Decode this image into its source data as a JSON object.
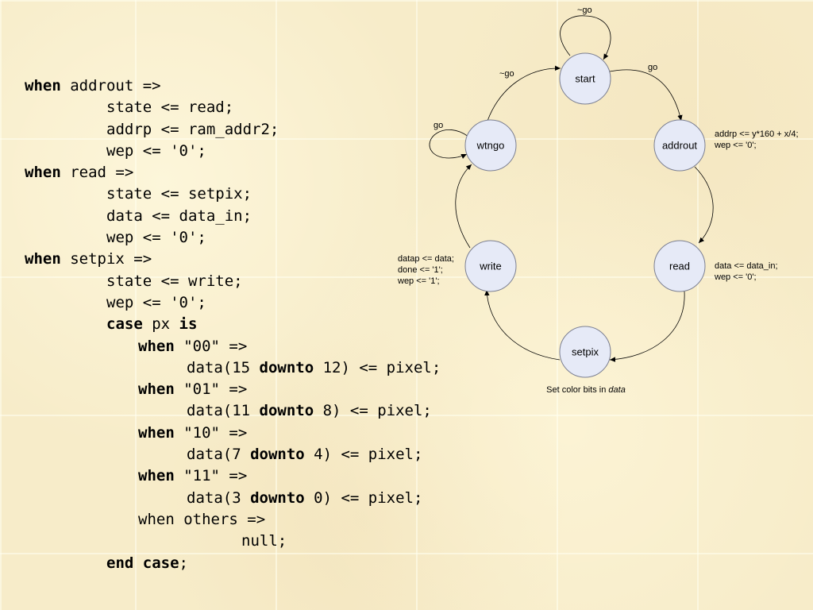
{
  "code": {
    "lines": [
      {
        "indent": 0,
        "parts": [
          {
            "t": "when",
            "kw": true
          },
          {
            "t": " addrout =>"
          }
        ]
      },
      {
        "indent": 1,
        "parts": [
          {
            "t": "state <= read;"
          }
        ]
      },
      {
        "indent": 1,
        "parts": [
          {
            "t": "addrp <= ram_addr2;"
          }
        ]
      },
      {
        "indent": 1,
        "parts": [
          {
            "t": "wep <= '0';"
          }
        ]
      },
      {
        "indent": 0,
        "parts": [
          {
            "t": "when",
            "kw": true
          },
          {
            "t": " read =>"
          }
        ]
      },
      {
        "indent": 1,
        "parts": [
          {
            "t": "state <= setpix;"
          }
        ]
      },
      {
        "indent": 1,
        "parts": [
          {
            "t": "data <= data_in;"
          }
        ]
      },
      {
        "indent": 1,
        "parts": [
          {
            "t": "wep <= '0';"
          }
        ]
      },
      {
        "indent": 0,
        "parts": [
          {
            "t": "when",
            "kw": true
          },
          {
            "t": " setpix =>"
          }
        ]
      },
      {
        "indent": 1,
        "parts": [
          {
            "t": "state <= write;"
          }
        ]
      },
      {
        "indent": 1,
        "parts": [
          {
            "t": "wep <= '0';"
          }
        ]
      },
      {
        "indent": 1,
        "parts": [
          {
            "t": "case",
            "kw": true
          },
          {
            "t": " px "
          },
          {
            "t": "is",
            "kw": true
          }
        ]
      },
      {
        "indent": 2,
        "parts": [
          {
            "t": "when",
            "kw": true
          },
          {
            "t": " \"00\" =>"
          }
        ]
      },
      {
        "indent": 3,
        "parts": [
          {
            "t": "data(15 "
          },
          {
            "t": "downto",
            "kw": true
          },
          {
            "t": " 12) <= pixel;"
          }
        ]
      },
      {
        "indent": 2,
        "parts": [
          {
            "t": "when",
            "kw": true
          },
          {
            "t": " \"01\" =>"
          }
        ]
      },
      {
        "indent": 3,
        "parts": [
          {
            "t": "data(11 "
          },
          {
            "t": "downto",
            "kw": true
          },
          {
            "t": " 8) <= pixel;"
          }
        ]
      },
      {
        "indent": 2,
        "parts": [
          {
            "t": "when",
            "kw": true
          },
          {
            "t": " \"10\" =>"
          }
        ]
      },
      {
        "indent": 3,
        "parts": [
          {
            "t": "data(7 "
          },
          {
            "t": "downto",
            "kw": true
          },
          {
            "t": " 4) <= pixel;"
          }
        ]
      },
      {
        "indent": 2,
        "parts": [
          {
            "t": "when",
            "kw": true
          },
          {
            "t": " \"11\" =>"
          }
        ]
      },
      {
        "indent": 3,
        "parts": [
          {
            "t": "data(3 "
          },
          {
            "t": "downto",
            "kw": true
          },
          {
            "t": " 0) <= pixel;"
          }
        ]
      },
      {
        "indent": 2,
        "parts": [
          {
            "t": "when others =>"
          }
        ]
      },
      {
        "indent": 4,
        "parts": [
          {
            "t": "null;"
          }
        ]
      },
      {
        "indent": 1,
        "parts": [
          {
            "t": "end case",
            "kw": true
          },
          {
            "t": ";"
          }
        ]
      }
    ]
  },
  "diagram": {
    "nodes": [
      {
        "id": "start",
        "label": "start"
      },
      {
        "id": "addrout",
        "label": "addrout"
      },
      {
        "id": "read",
        "label": "read"
      },
      {
        "id": "setpix",
        "label": "setpix"
      },
      {
        "id": "write",
        "label": "write"
      },
      {
        "id": "wtngo",
        "label": "wtngo"
      }
    ],
    "edge_labels": {
      "start_self": "~go",
      "start_to_addrout": "go",
      "wtngo_to_start": "~go",
      "wtngo_self": "go"
    },
    "notes": {
      "addrout": [
        "addrp <= y*160 + x/4;",
        "wep <= '0';"
      ],
      "read": [
        "data <= data_in;",
        "wep <= '0';"
      ],
      "write": [
        "datap <= data;",
        "done <= '1';",
        "wep <= '1';"
      ],
      "setpix_prefix": "Set color bits in ",
      "setpix_italic": "data"
    }
  }
}
